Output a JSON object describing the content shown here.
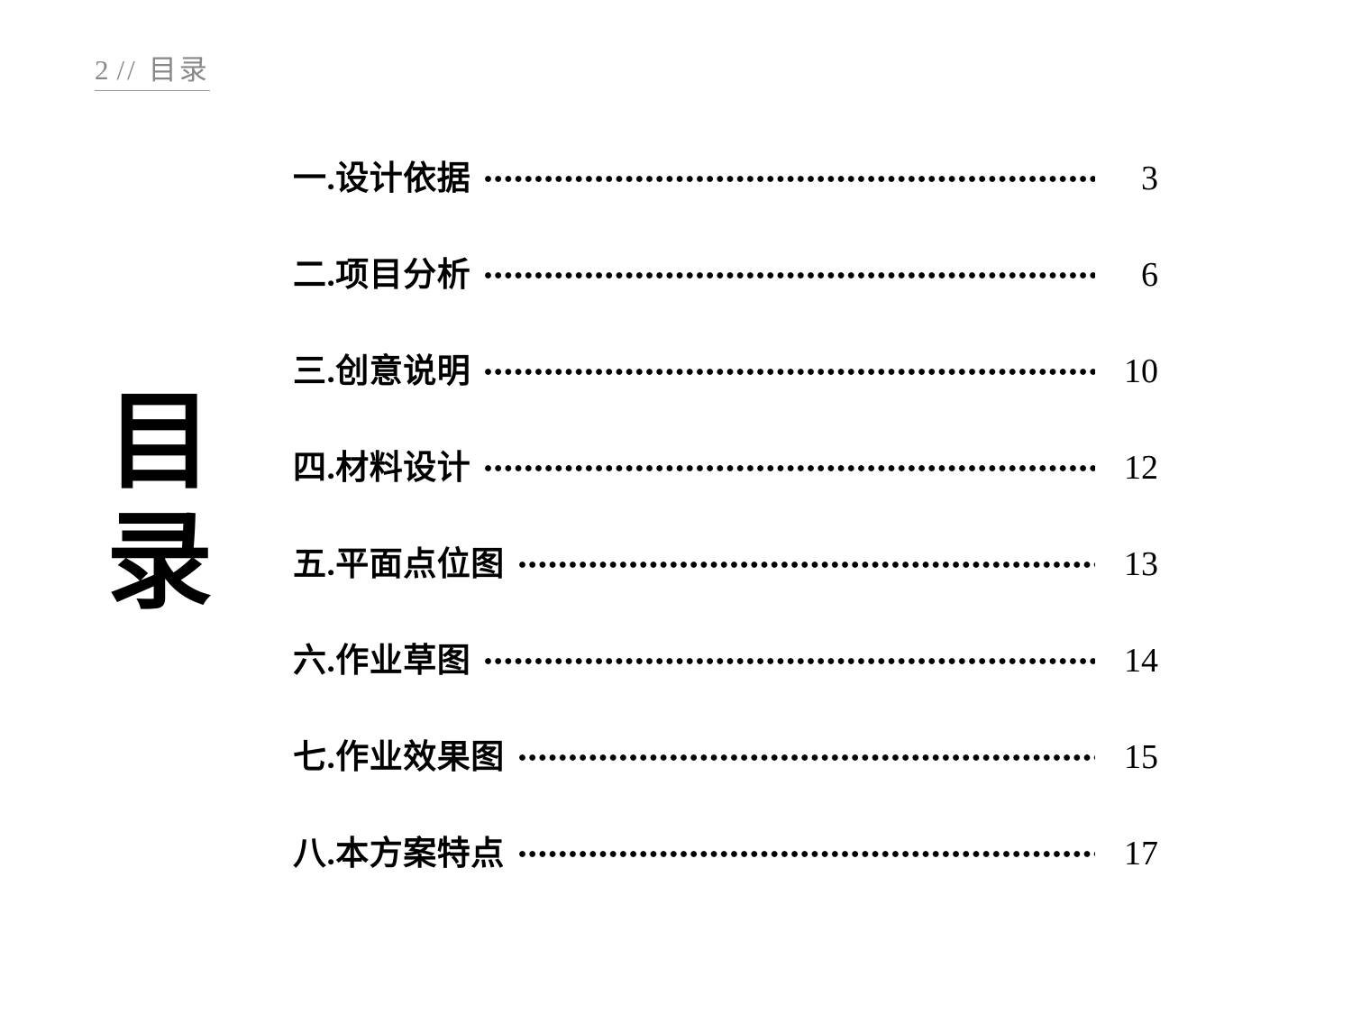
{
  "slide": {
    "background_color": "#ffffff",
    "header": {
      "page_number": "2",
      "separator": "//",
      "title": "目录",
      "color": "#888888"
    },
    "vertical_title": {
      "char_1": "目",
      "char_2": "录",
      "color": "#000000"
    },
    "toc": {
      "leader_style": "dotted",
      "entries": [
        {
          "label": "一.设计依据",
          "page": "3"
        },
        {
          "label": "二.项目分析",
          "page": "6"
        },
        {
          "label": "三.创意说明",
          "page": "10"
        },
        {
          "label": "四.材料设计",
          "page": "12"
        },
        {
          "label": "五.平面点位图",
          "page": "13"
        },
        {
          "label": "六.作业草图",
          "page": "14"
        },
        {
          "label": "七.作业效果图",
          "page": "15"
        },
        {
          "label": "八.本方案特点",
          "page": "17"
        }
      ]
    }
  }
}
